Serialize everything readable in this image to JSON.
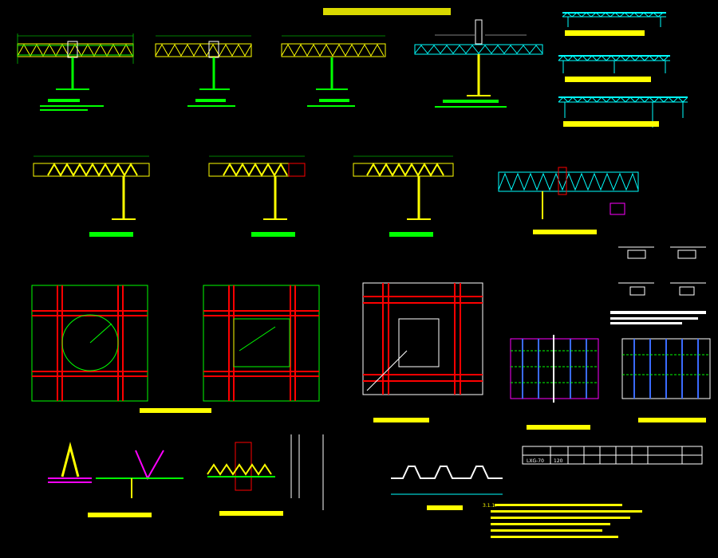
{
  "sheet": {
    "title": "",
    "background": "#000000"
  },
  "palette": {
    "green": "#00ff00",
    "yellow": "#ffff00",
    "red": "#ff0000",
    "cyan": "#00ffff",
    "magenta": "#ff00ff",
    "white": "#ffffff",
    "blue": "#3a6bff"
  },
  "table": {
    "row": [
      "LXG-70",
      "120",
      "",
      "",
      "",
      "",
      "",
      "",
      "",
      ""
    ]
  },
  "notes": {
    "heading": "3.1.1."
  }
}
